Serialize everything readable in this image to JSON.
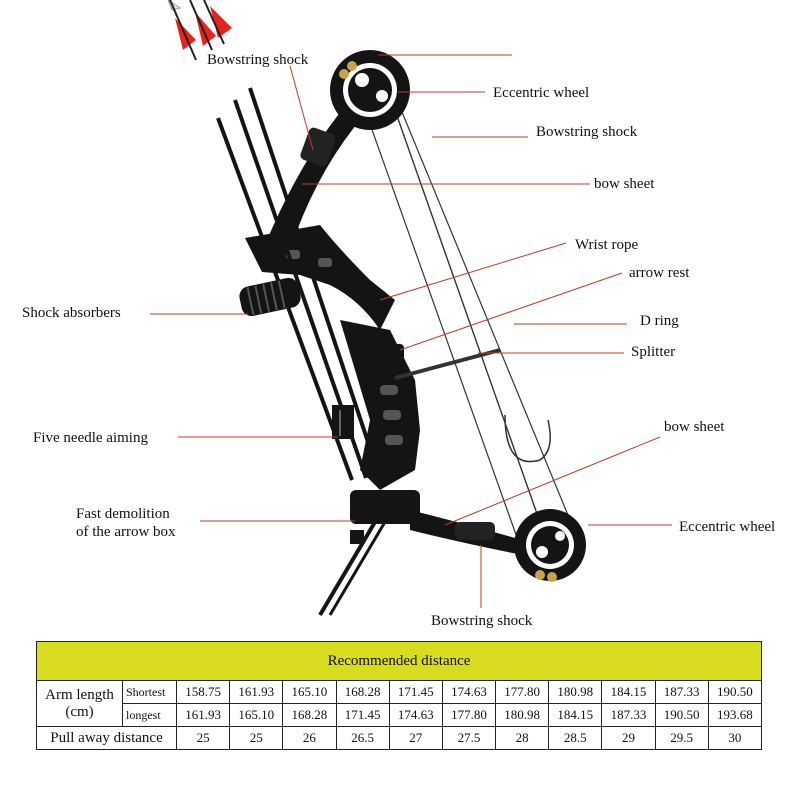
{
  "labels": {
    "bowstring_shock_top": "Bowstring shock",
    "eccentric_wheel_top": "Eccentric wheel",
    "bowstring_shock_right": "Bowstring shock",
    "bow_sheet_top": "bow sheet",
    "wrist_rope": "Wrist rope",
    "arrow_rest": "arrow rest",
    "shock_absorbers": "Shock absorbers",
    "d_ring": "D ring",
    "splitter": "Splitter",
    "five_needle_aiming": "Five needle aiming",
    "bow_sheet_bottom": "bow sheet",
    "fast_demolition_line1": "Fast demolition",
    "fast_demolition_line2": "of the arrow box",
    "eccentric_wheel_bottom": "Eccentric wheel",
    "bowstring_shock_bottom": "Bowstring shock"
  },
  "table": {
    "title": "Recommended distance",
    "arm_length_line1": "Arm length",
    "arm_length_line2": "(cm)",
    "shortest_label": "Shortest",
    "longest_label": "longest",
    "pull_label": "Pull away distance",
    "shortest": [
      "158.75",
      "161.93",
      "165.10",
      "168.28",
      "171.45",
      "174.63",
      "177.80",
      "180.98",
      "184.15",
      "187.33",
      "190.50"
    ],
    "longest": [
      "161.93",
      "165.10",
      "168.28",
      "171.45",
      "174.63",
      "177.80",
      "180.98",
      "184.15",
      "187.33",
      "190.50",
      "193.68"
    ],
    "pull": [
      "25",
      "25",
      "26",
      "26.5",
      "27",
      "27.5",
      "28",
      "28.5",
      "29",
      "29.5",
      "30"
    ]
  },
  "colors": {
    "leader_line": "#c0392b",
    "header_bg": "#d8dc1e",
    "bow_body": "#141414",
    "fletch": "#e8231b"
  }
}
